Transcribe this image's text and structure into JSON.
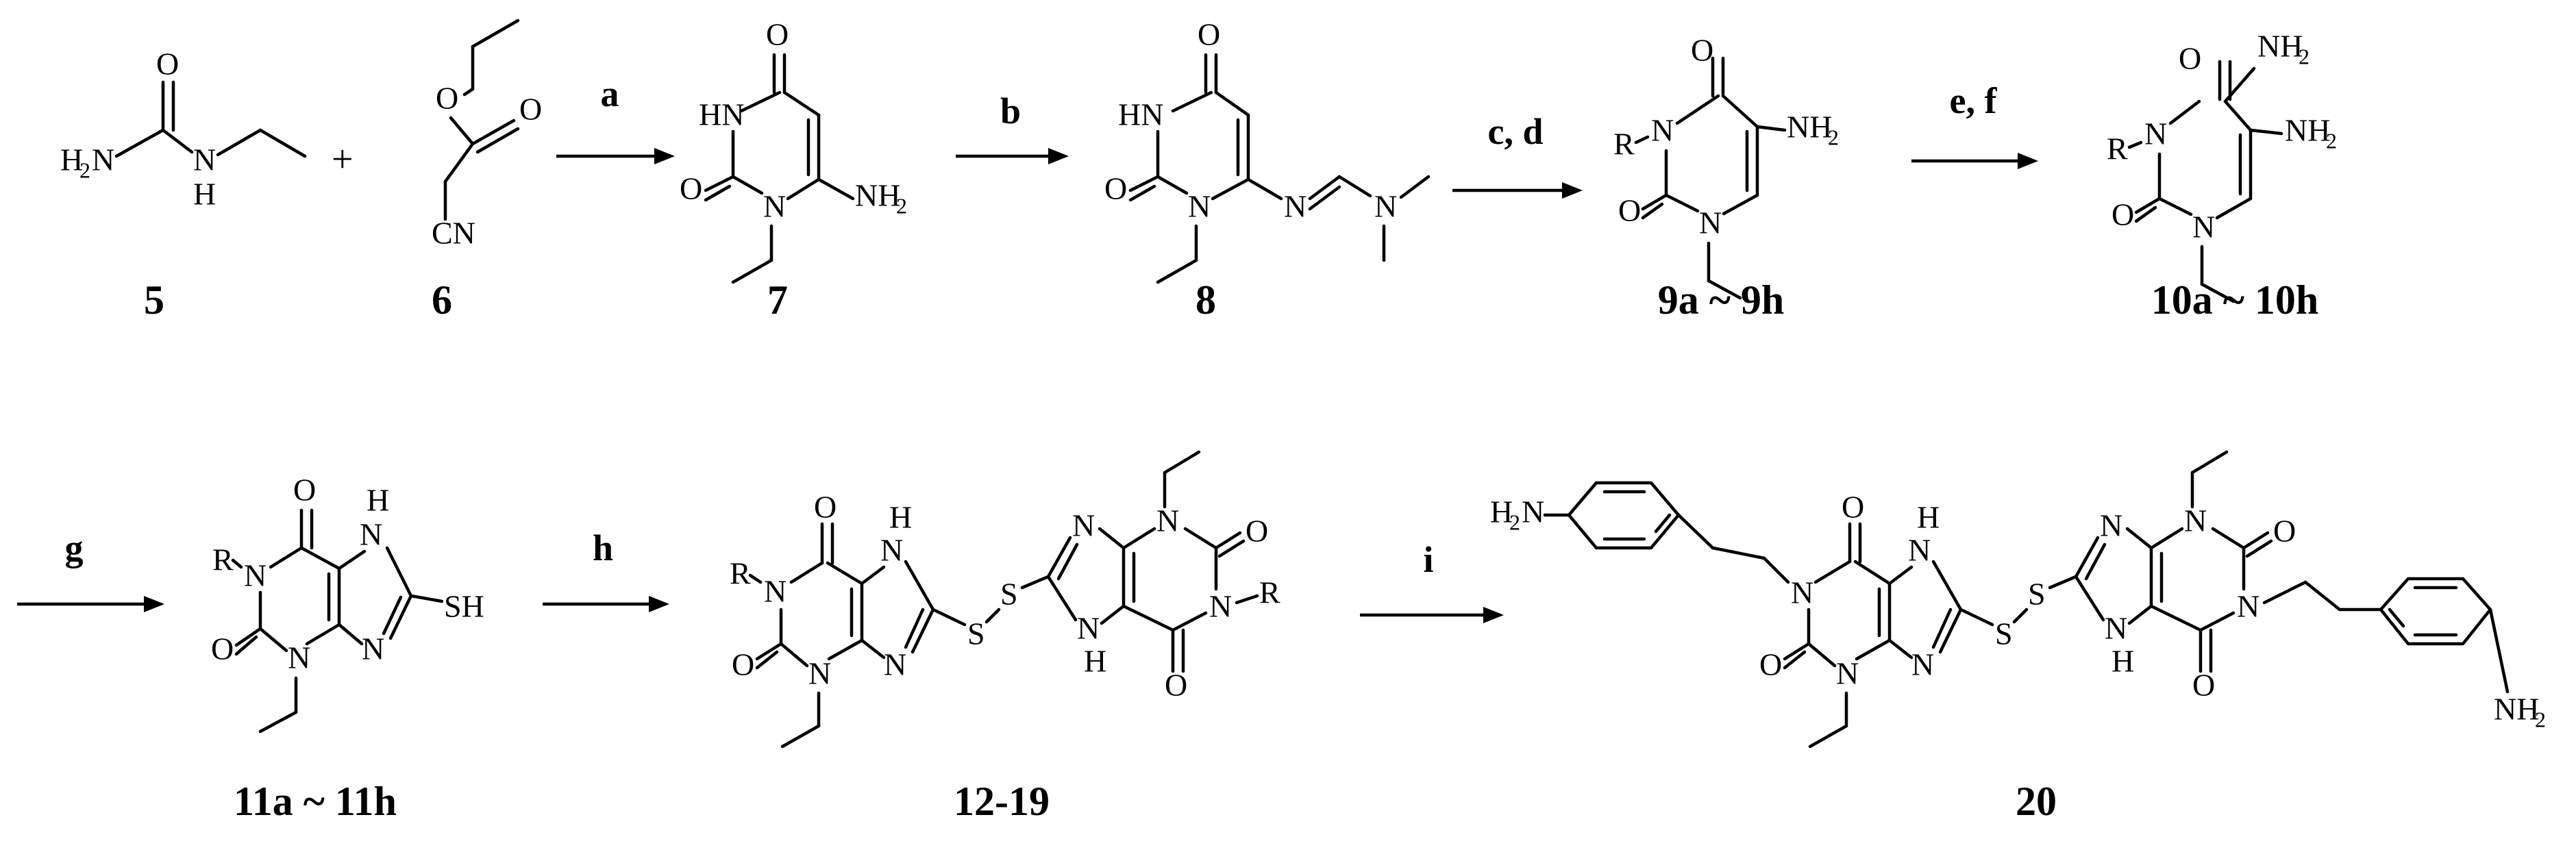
{
  "compounds": {
    "c5": "5",
    "c6": "6",
    "c7": "7",
    "c8": "8",
    "c9": "9a ~ 9h",
    "c10": "10a ~ 10h",
    "c11": "11a ~ 11h",
    "c12": "12-19",
    "c20": "20"
  },
  "reagents": {
    "a": "a",
    "b": "b",
    "cd": "c, d",
    "ef": "e, f",
    "g": "g",
    "h": "h",
    "i": "i"
  },
  "plus": "+",
  "atoms": {
    "O": "O",
    "N": "N",
    "S": "S",
    "R": "R",
    "HN": "HN",
    "CN": "CN",
    "NH2": "NH",
    "H2N": "H",
    "sub2": "2",
    "H": "H",
    "SH": "SH"
  }
}
